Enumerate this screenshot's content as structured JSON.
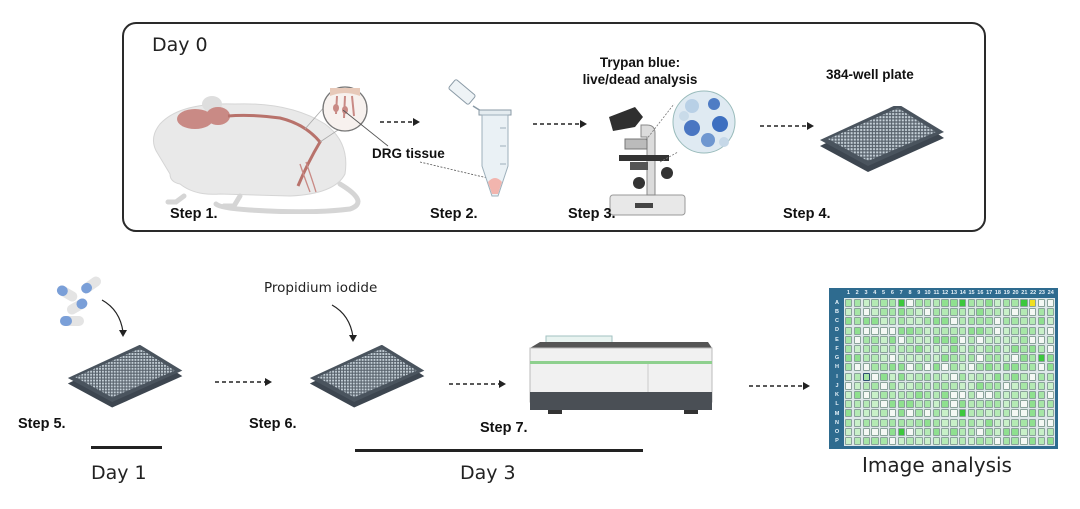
{
  "day0_panel": {
    "title": "Day 0",
    "steps": [
      {
        "id": 1,
        "label": "Step 1.",
        "illustration": "mouse-with-drg-icon"
      },
      {
        "id": 2,
        "label": "Step 2.",
        "illustration": "microcentrifuge-tube-icon",
        "annotation": "DRG tissue"
      },
      {
        "id": 3,
        "label": "Step 3.",
        "illustration": "microscope-icon",
        "annotation": "Trypan blue:\nlive/dead analysis",
        "annotation_line1": "Trypan blue:",
        "annotation_line2": "live/dead analysis"
      },
      {
        "id": 4,
        "label": "Step 4.",
        "illustration": "well-plate-icon",
        "annotation": "384-well plate"
      }
    ]
  },
  "bottom_row": {
    "steps": [
      {
        "id": 5,
        "label": "Step 5.",
        "illustration": "well-plate-with-pills-icon"
      },
      {
        "id": 6,
        "label": "Step 6.",
        "illustration": "well-plate-icon",
        "annotation": "Propidium iodide"
      },
      {
        "id": 7,
        "label": "Step 7.",
        "illustration": "plate-imager-icon"
      }
    ],
    "timeline": [
      {
        "label": "Day 1"
      },
      {
        "label": "Day 3"
      }
    ],
    "result": {
      "label": "Image analysis",
      "illustration": "plate-heatmap-icon",
      "columns": [
        "1",
        "2",
        "3",
        "4",
        "5",
        "6",
        "7",
        "8",
        "9",
        "10",
        "11",
        "12",
        "13",
        "14",
        "15",
        "16",
        "17",
        "18",
        "19",
        "20",
        "21",
        "22",
        "23",
        "24"
      ],
      "rows": [
        "A",
        "B",
        "C",
        "D",
        "E",
        "F",
        "G",
        "H",
        "I",
        "J",
        "K",
        "L",
        "M",
        "N",
        "O",
        "P"
      ]
    }
  },
  "colors": {
    "frame": "#2a2a2a",
    "plate_header": "#2e6b8f",
    "well_green_light": "#c8f0c8",
    "well_green_mid": "#8fe08f",
    "well_green_strong": "#3cc83c",
    "well_highlight": "#f0e020",
    "tissue_pink": "#c97a72",
    "trypan_blue": "#3d6fc0"
  }
}
